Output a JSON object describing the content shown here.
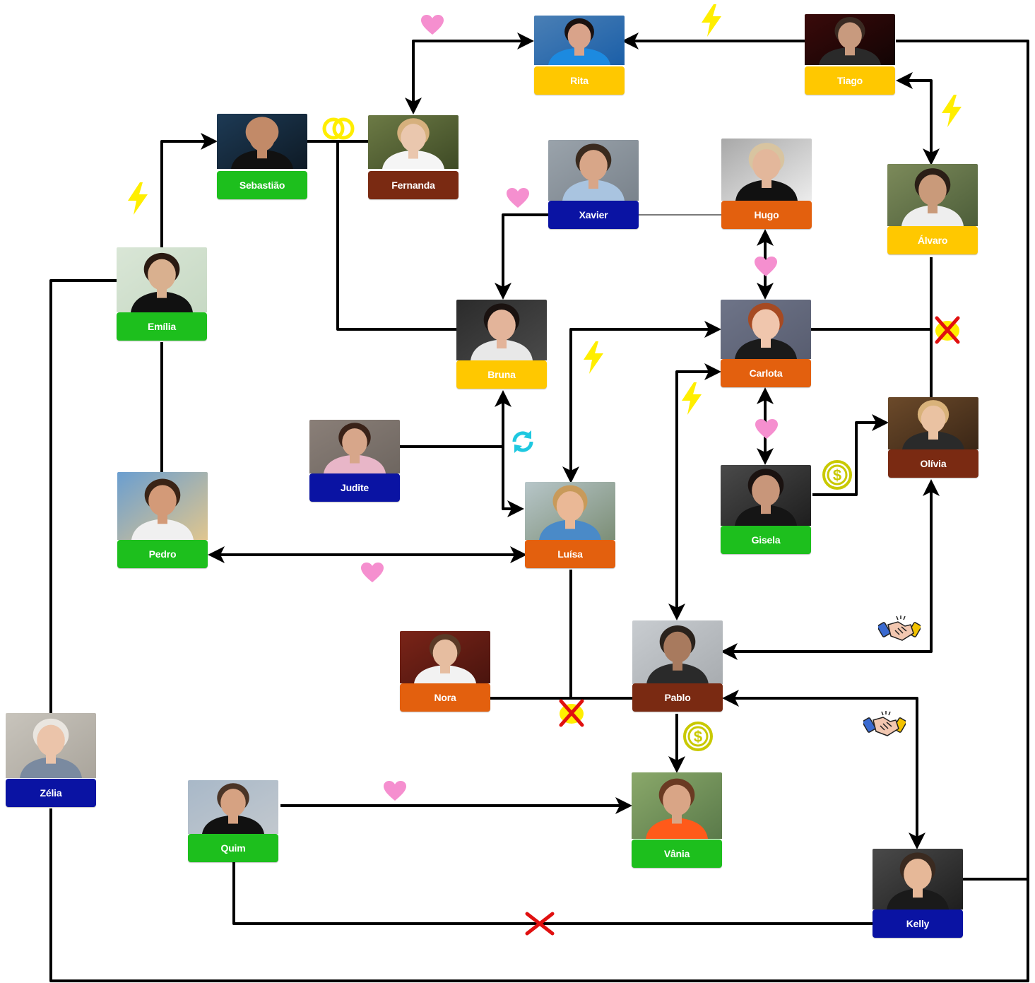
{
  "colors": {
    "green": "#1dbf1d",
    "yellow": "#ffc800",
    "blue": "#0a13a3",
    "orange": "#e3600e",
    "brown": "#7a2a12",
    "line": "#000000",
    "heart": "#f58fcf",
    "lightning": "#ffee00",
    "rings": "#ffee00",
    "money": "#c9c900",
    "cross": "#e01010",
    "cycle": "#1ec8e0"
  },
  "nodes": {
    "rita": {
      "name": "Rita",
      "color": "yellow"
    },
    "tiago": {
      "name": "Tiago",
      "color": "yellow"
    },
    "sebastiao": {
      "name": "Sebastião",
      "color": "green"
    },
    "fernanda": {
      "name": "Fernanda",
      "color": "brown"
    },
    "xavier": {
      "name": "Xavier",
      "color": "blue"
    },
    "hugo": {
      "name": "Hugo",
      "color": "orange"
    },
    "alvaro": {
      "name": "Álvaro",
      "color": "yellow"
    },
    "emilia": {
      "name": "Emília",
      "color": "green"
    },
    "bruna": {
      "name": "Bruna",
      "color": "yellow"
    },
    "carlota": {
      "name": "Carlota",
      "color": "orange"
    },
    "judite": {
      "name": "Judite",
      "color": "blue"
    },
    "olivia": {
      "name": "Olívia",
      "color": "brown"
    },
    "gisela": {
      "name": "Gisela",
      "color": "green"
    },
    "pedro": {
      "name": "Pedro",
      "color": "green"
    },
    "luisa": {
      "name": "Luísa",
      "color": "orange"
    },
    "nora": {
      "name": "Nora",
      "color": "orange"
    },
    "pablo": {
      "name": "Pablo",
      "color": "brown"
    },
    "zelia": {
      "name": "Zélia",
      "color": "blue"
    },
    "quim": {
      "name": "Quim",
      "color": "green"
    },
    "vania": {
      "name": "Vânia",
      "color": "green"
    },
    "kelly": {
      "name": "Kelly",
      "color": "blue"
    }
  },
  "relations": [
    {
      "from": "rita",
      "to": "fernanda",
      "type": "heart"
    },
    {
      "from": "tiago",
      "to": "rita",
      "type": "lightning"
    },
    {
      "from": "tiago",
      "to": "alvaro",
      "type": "lightning"
    },
    {
      "from": "sebastiao",
      "to": "fernanda",
      "type": "rings"
    },
    {
      "from": "emilia",
      "to": "sebastiao",
      "type": "lightning"
    },
    {
      "from": "xavier",
      "to": "bruna",
      "type": "heart"
    },
    {
      "from": "xavier",
      "to": "hugo",
      "type": "line"
    },
    {
      "from": "hugo",
      "to": "carlota",
      "type": "heart"
    },
    {
      "from": "carlota",
      "to": "alvaro",
      "type": "cross"
    },
    {
      "from": "carlota",
      "to": "luisa",
      "type": "lightning"
    },
    {
      "from": "carlota",
      "to": "pablo",
      "type": "lightning"
    },
    {
      "from": "carlota",
      "to": "gisela",
      "type": "heart"
    },
    {
      "from": "gisela",
      "to": "olivia",
      "type": "money"
    },
    {
      "from": "bruna",
      "to": "luisa",
      "type": "cycle"
    },
    {
      "from": "pedro",
      "to": "luisa",
      "type": "heart"
    },
    {
      "from": "olivia",
      "to": "pablo",
      "type": "handshake"
    },
    {
      "from": "pablo",
      "to": "kelly",
      "type": "handshake"
    },
    {
      "from": "luisa",
      "to": "nora",
      "type": "cross"
    },
    {
      "from": "pablo",
      "to": "vania",
      "type": "money"
    },
    {
      "from": "quim",
      "to": "vania",
      "type": "heart"
    },
    {
      "from": "quim",
      "to": "kelly",
      "type": "cross"
    }
  ]
}
